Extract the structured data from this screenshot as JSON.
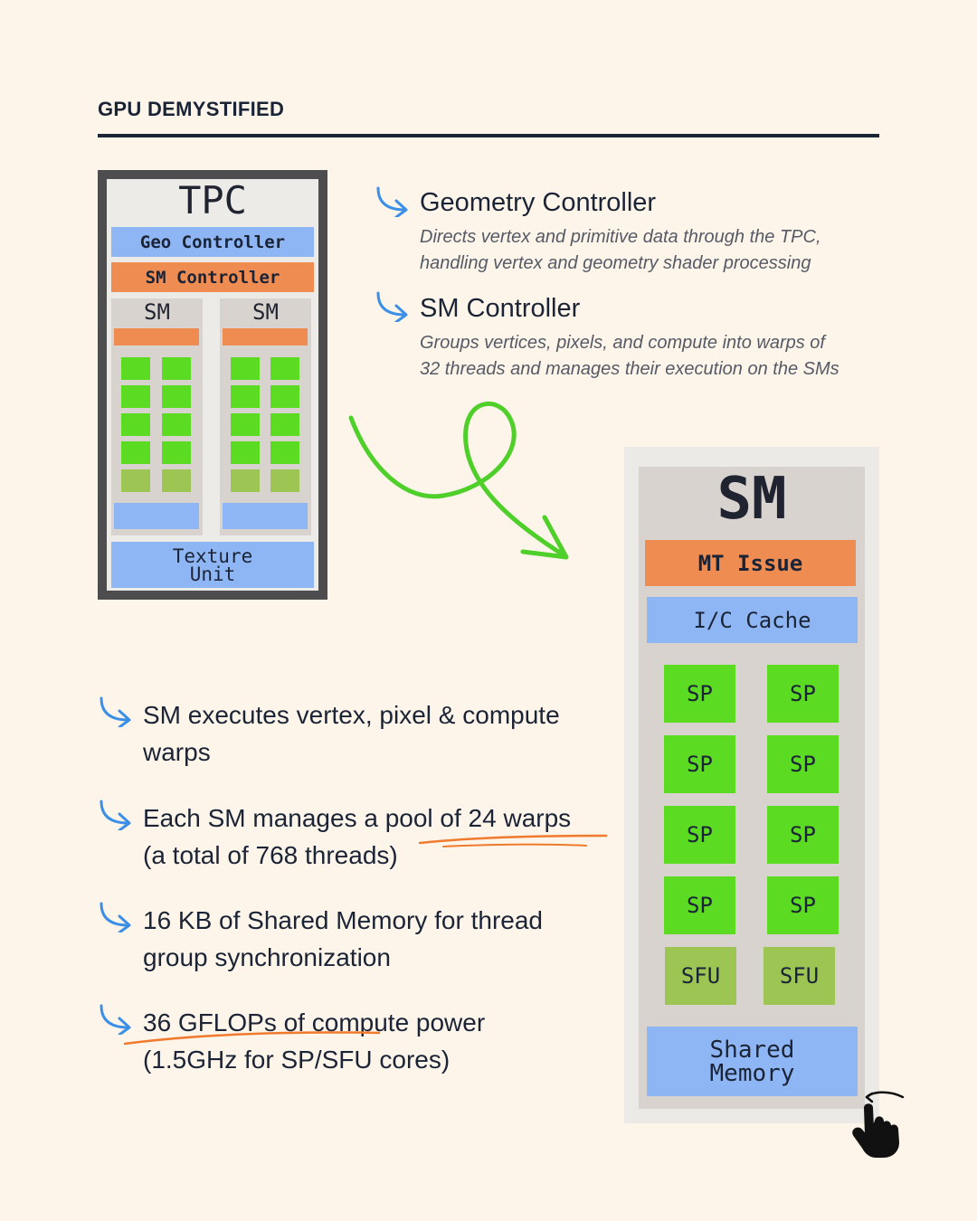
{
  "header": {
    "title": "GPU DEMYSTIFIED"
  },
  "tpc": {
    "title": "TPC",
    "geo_controller": "Geo Controller",
    "sm_controller": "SM Controller",
    "sm_left_label": "SM",
    "sm_right_label": "SM",
    "texture_unit": "Texture Unit"
  },
  "controllers": [
    {
      "title": "Geometry Controller",
      "desc_line1": "Directs vertex and primitive data through the TPC,",
      "desc_line2": "handling vertex and geometry shader processing"
    },
    {
      "title": "SM Controller",
      "desc_line1": "Groups vertices, pixels, and compute into warps of",
      "desc_line2": "32 threads and manages their execution on the SMs"
    }
  ],
  "bullets": [
    {
      "line1": "SM executes vertex, pixel & compute",
      "line2": "warps"
    },
    {
      "line1": "Each SM manages a pool of 24 warps",
      "line2": "(a total of 768 threads)"
    },
    {
      "line1": "16 KB of Shared Memory for thread",
      "line2": "group synchronization"
    },
    {
      "line1": "36 GFLOPs of compute power",
      "line2": "(1.5GHz for SP/SFU cores)"
    }
  ],
  "sm": {
    "title": "SM",
    "mt_issue": "MT Issue",
    "ic_cache": "I/C Cache",
    "sp": [
      "SP",
      "SP",
      "SP",
      "SP",
      "SP",
      "SP",
      "SP",
      "SP"
    ],
    "sfu": [
      "SFU",
      "SFU"
    ],
    "shared_memory": "Shared Memory"
  },
  "colors": {
    "background": "#fdf5e9",
    "navy": "#1b2436",
    "blue": "#8fb6f4",
    "orange": "#ef8c52",
    "green": "#5bdb21",
    "olive": "#9cc554",
    "arrow_blue": "#3b8fe6",
    "curve_green": "#4fcf2a",
    "underline_orange": "#f07a2e"
  },
  "icons": [
    "curved-arrow-icon",
    "hand-pointer-icon"
  ]
}
